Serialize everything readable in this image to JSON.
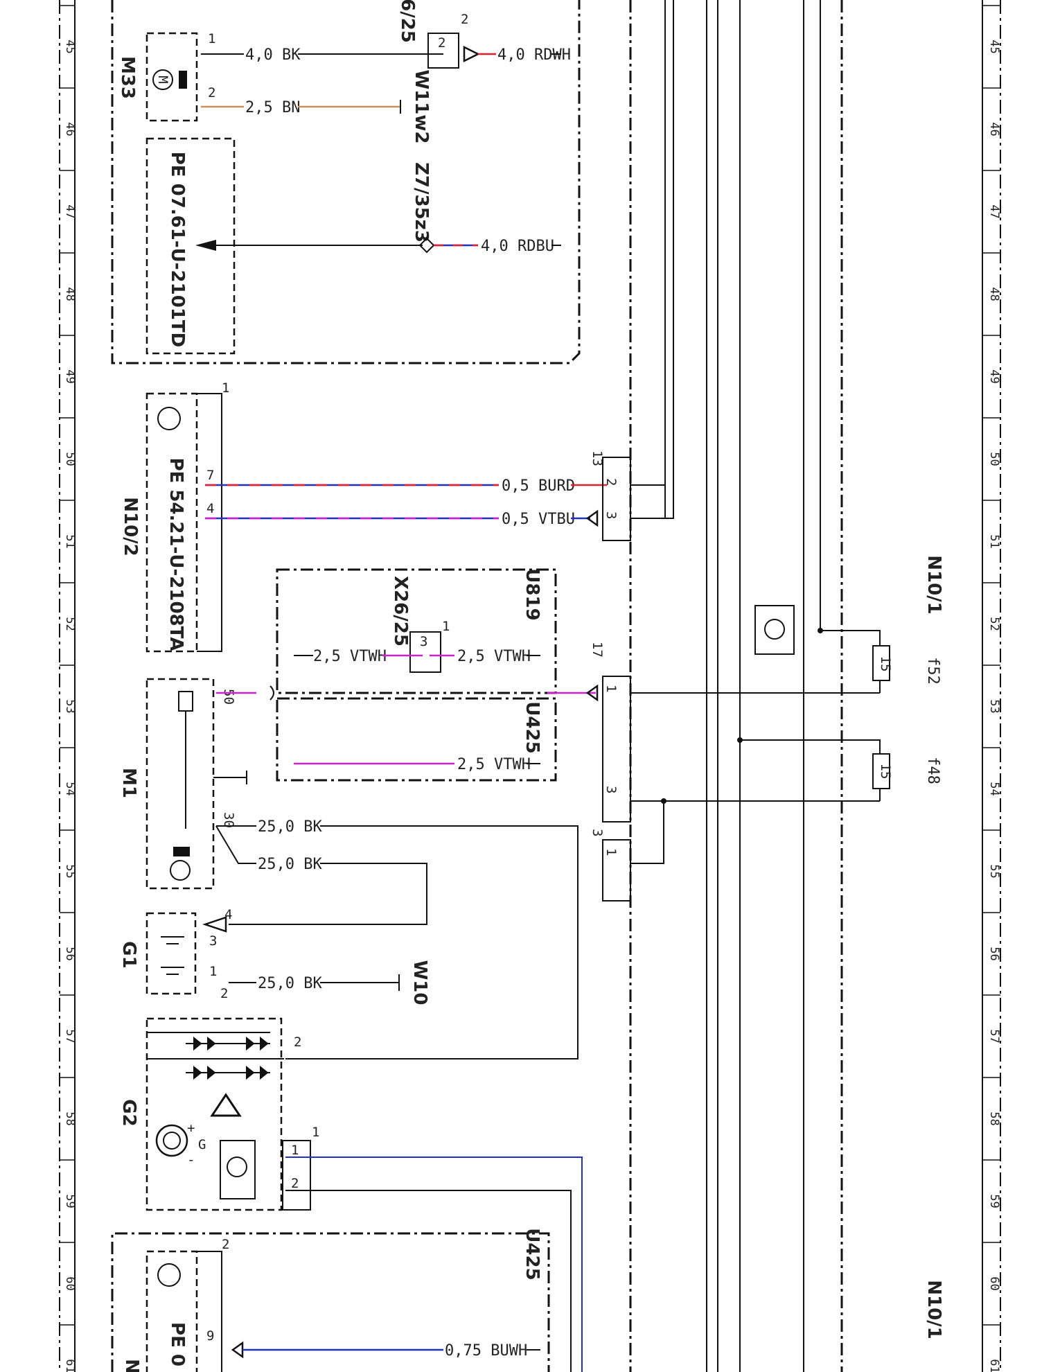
{
  "colors": {
    "black": "#111111",
    "brown": "#c8915a",
    "red": "#e0202a",
    "blue": "#2030c0",
    "white": "#ffffff",
    "violet": "#d020d0"
  },
  "ruler": {
    "rows": [
      "45",
      "46",
      "47",
      "48",
      "49",
      "50",
      "51",
      "52",
      "53",
      "54",
      "55",
      "56",
      "57",
      "58",
      "59",
      "60",
      "61"
    ]
  },
  "components": {
    "m33": "M33",
    "n10_2": "N10/2",
    "m1": "M1",
    "g1": "G1",
    "g2": "G2",
    "n10_1_top": "N10/1",
    "n10_1_bottom": "N10/1",
    "u819": "U819",
    "u425_mid": "U425",
    "u425_bottom": "U425",
    "n_partial": "N"
  },
  "references": {
    "pe_07": "PE 07.61-U-2101TD",
    "pe_54": "PE 54.21-U-2108TA",
    "pe_0": "PE 0"
  },
  "connectors": {
    "x_top": "6/25",
    "w11w2": "W11w2",
    "z7": "Z7/35z3",
    "x26": "X26/25",
    "w10": "W10"
  },
  "fuses": {
    "f52": "f52",
    "f48": "f48",
    "f52_rating": "15",
    "f48_rating": "15"
  },
  "wires": {
    "w1": "4,0 BK",
    "w2": "4,0 RDWH",
    "w3": "2,5 BN",
    "w4": "4,0 RDBU",
    "w5": "0,5 BURD",
    "w6": "0,5 VTBU",
    "w7": "2,5 VTWH",
    "w8": "2,5 VTWH",
    "w9": "2,5 VTWH",
    "w10": "25,0 BK",
    "w11": "25,0 BK",
    "w12": "25,0 BK",
    "w13": "0,75 BUWH"
  },
  "pins": {
    "m33_1": "1",
    "m33_2": "2",
    "x625_2": "2",
    "x625_2b": "2",
    "n102_1": "1",
    "n102_7": "7",
    "n102_4": "4",
    "n101_13": "13",
    "n101_2": "2",
    "n101_3": "3",
    "x26_1": "1",
    "x26_3": "3",
    "m1_50": "50",
    "m1_30": "30",
    "n101_17": "17",
    "n101_1": "1",
    "n101_3b": "3",
    "n101_3c": "3",
    "n101_1b": "1",
    "g1_4": "4",
    "g1_3": "3",
    "g1_1": "1",
    "g1_2": "2",
    "g2_2": "2",
    "g2_1": "1",
    "g2_1b": "1",
    "g2_2b": "2",
    "g2_plus": "+",
    "g2_g": "G",
    "g2_minus": "-",
    "n_2": "2",
    "n_9": "9",
    "m_symbol": "M"
  }
}
